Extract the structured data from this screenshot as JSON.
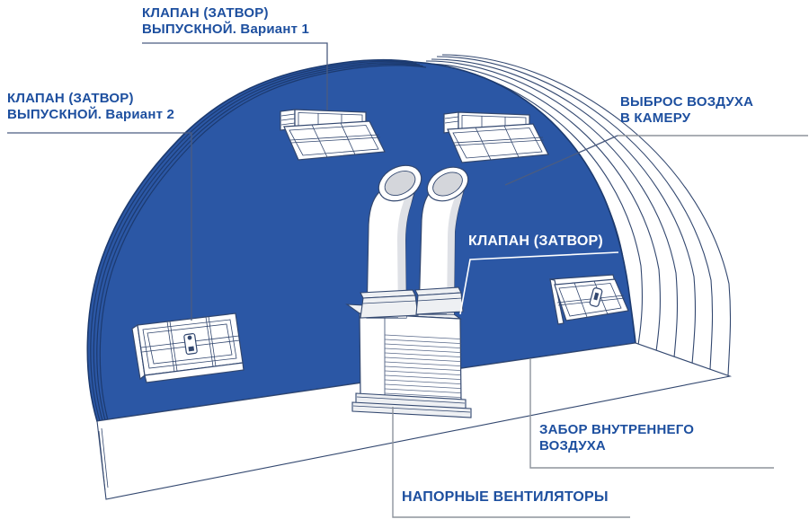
{
  "figure_type": "hangar-ventilation-scheme-diagram",
  "labels": {
    "valve_outlet_v1": {
      "line1": "КЛАПАН (ЗАТВОР)",
      "line2": "ВЫПУСКНОЙ. Вариант 1"
    },
    "valve_outlet_v2": {
      "line1": "КЛАПАН (ЗАТВОР)",
      "line2": "ВЫПУСКНОЙ. Вариант 2"
    },
    "air_discharge": {
      "line1": "ВЫБРОС ВОЗДУХА",
      "line2": "В КАМЕРУ"
    },
    "valve_shutter": {
      "line1": "КЛАПАН (ЗАТВОР)"
    },
    "air_intake": {
      "line1": "ЗАБОР ВНУТРЕННЕГО",
      "line2": "ВОЗДУХА"
    },
    "pressure_fans": {
      "line1": "НАПОРНЫЕ ВЕНТИЛЯТОРЫ"
    }
  },
  "components": [
    "arched-hangar-cross-section",
    "exhaust-valve-open-variant1",
    "exhaust-valve-open-variant2-closed-panel",
    "shutter-valve-open-right-wall",
    "pressure-fan-unit-with-two-ducts",
    "intake-grille"
  ],
  "colors": {
    "background": "#ffffff",
    "dome_blue": "#2b57a5",
    "dome_edge_dark": "#1c3a6f",
    "outline_navy": "#32476f",
    "label_blue": "#1d4f9f",
    "label_white": "#ffffff",
    "leader_gray": "#8d939c"
  }
}
